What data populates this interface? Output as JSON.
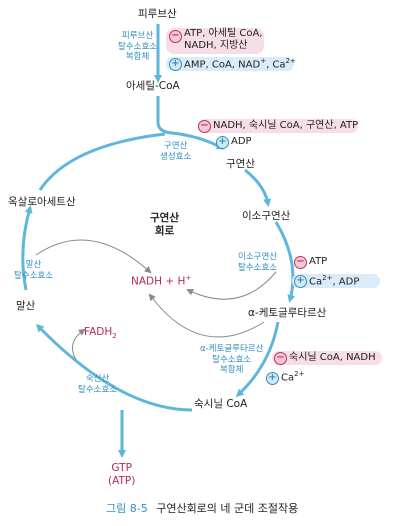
{
  "nodes": {
    "pyruvate": "피루브산",
    "acetyl_coa": "아세틸-CoA",
    "citrate": "구연산",
    "isocitrate": "이소구연산",
    "alpha_kg": "α-케토글루타르산",
    "succinyl_coa": "숙시닐 CoA",
    "malate": "말산",
    "oxaloacetate": "옥살로아세트산",
    "cycle_title_line1": "구연산",
    "cycle_title_line2": "회로",
    "nadh": "NADH + H",
    "nadh_sup": "+",
    "fadh2": "FADH",
    "fadh2_sub": "2",
    "gtp_line1": "GTP",
    "gtp_line2": "(ATP)"
  },
  "enzymes": {
    "pdh": [
      "피루브산",
      "탈수소효소",
      "복합체"
    ],
    "cs": [
      "구연산",
      "생성효소"
    ],
    "idh": [
      "이소구연산",
      "탈수소효소"
    ],
    "akgdh": [
      "α-케토글루타르산",
      "탈수소효소",
      "복합체"
    ],
    "sdh": [
      "숙신산",
      "탈수소효소"
    ],
    "mdh": [
      "말산",
      "탈수소효소"
    ]
  },
  "regulators": {
    "pdh_inhibit_line1": "ATP, 아세틸 CoA,",
    "pdh_inhibit_line2": "NADH, 지방산",
    "pdh_activate": "AMP, CoA, NAD",
    "pdh_activate_sup": "+",
    "pdh_activate_tail": ", Ca",
    "pdh_activate_sup2": "2+",
    "cs_inhibit": "NADH, 숙시닐 CoA, 구연산, ATP",
    "cs_activate": "ADP",
    "idh_inhibit": "ATP",
    "idh_activate_pre": "Ca",
    "idh_activate_sup": "2+",
    "idh_activate_tail": ", ADP",
    "akgdh_inhibit": "숙시닐 CoA, NADH",
    "akgdh_activate_pre": "Ca",
    "akgdh_activate_sup": "2+",
    "minus": "−",
    "plus": "+"
  },
  "caption": {
    "label": "그림 8-5",
    "text": "구연산회로의 네 군데 조절작용"
  },
  "colors": {
    "arrow": "#5fb6dd",
    "thin_arrow": "#9a9a9a",
    "enzyme_text": "#2f8fbf",
    "inhibit_pill": "#f6dde7",
    "activate_pill": "#d9ecf7",
    "product_text": "#b8285a"
  }
}
